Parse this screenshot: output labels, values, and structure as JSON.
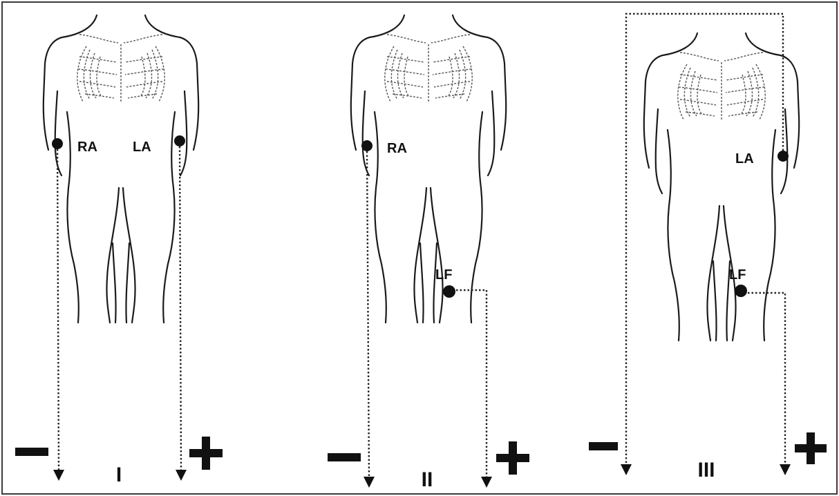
{
  "panels": [
    {
      "id": "lead-1",
      "lead_label": "I",
      "electrodes": [
        "RA",
        "LA"
      ],
      "negative_symbol": "—",
      "positive_symbol": "+"
    },
    {
      "id": "lead-2",
      "lead_label": "II",
      "electrodes": [
        "RA",
        "LF"
      ],
      "negative_symbol": "—",
      "positive_symbol": "+"
    },
    {
      "id": "lead-3",
      "lead_label": "III",
      "electrodes": [
        "LA",
        "LF"
      ],
      "negative_symbol": "—",
      "positive_symbol": "+"
    }
  ],
  "colors": {
    "line": "#1a1a1a",
    "border": "#3a3a3a",
    "background": "#ffffff"
  }
}
